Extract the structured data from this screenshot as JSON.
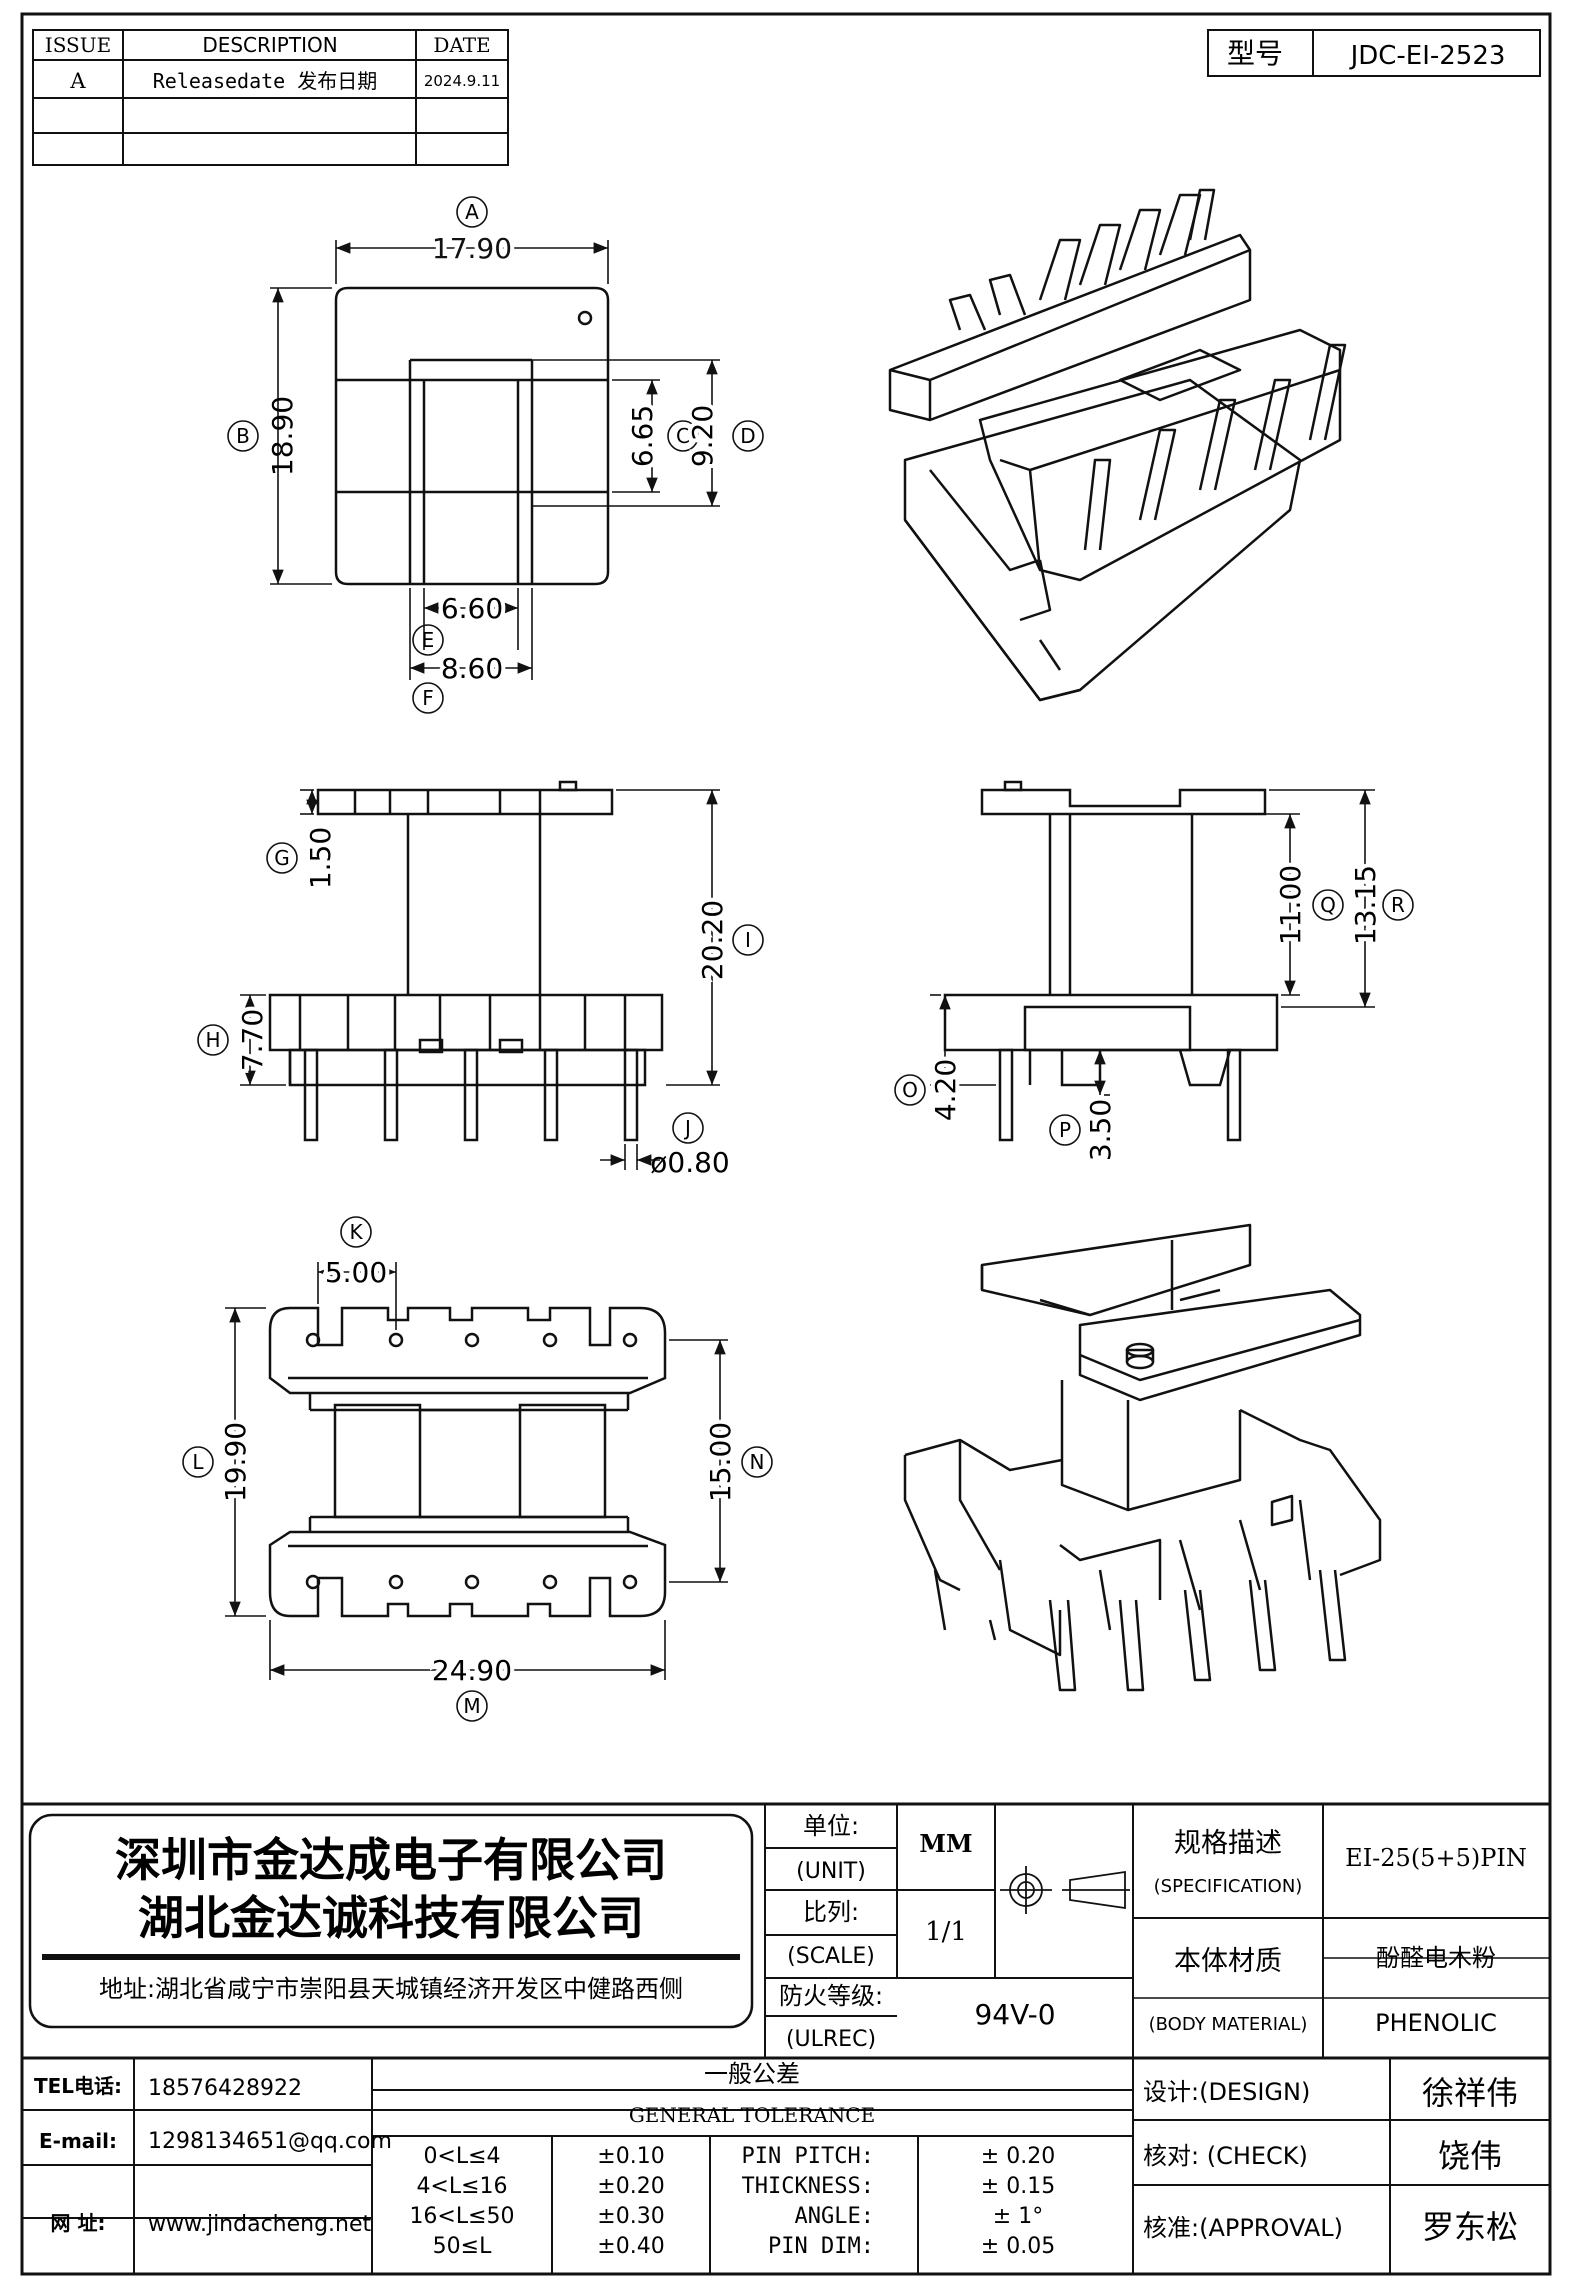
{
  "revision": {
    "headers": [
      "ISSUE",
      "DESCRIPTION",
      "DATE"
    ],
    "rows": [
      [
        "A",
        "Releasedate 发布日期",
        "2024.9.11"
      ],
      [
        "",
        "",
        ""
      ],
      [
        "",
        "",
        ""
      ]
    ]
  },
  "model": {
    "label": "型号",
    "value": "JDC-EI-2523"
  },
  "views": {
    "top": {
      "A": "A",
      "A_val": "17.90",
      "B": "B",
      "B_val": "18.90",
      "C": "C",
      "C_val": "6.65",
      "D": "D",
      "D_val": "9.20",
      "E": "E",
      "E_val": "6.60",
      "F": "F",
      "F_val": "8.60"
    },
    "front": {
      "G": "G",
      "G_val": "1.50",
      "H": "H",
      "H_val": "7.70",
      "I": "I",
      "I_val": "20.20",
      "J": "J",
      "J_val": "ø0.80"
    },
    "side": {
      "Q": "Q",
      "Q_val": "11.00",
      "R": "R",
      "R_val": "13.15",
      "O": "O",
      "O_val": "4.20",
      "P": "P",
      "P_val": "3.50"
    },
    "bottom": {
      "K": "K",
      "K_val": "5.00",
      "L": "L",
      "L_val": "19.90",
      "N": "N",
      "N_val": "15.00",
      "M": "M",
      "M_val": "24.90"
    }
  },
  "title_block": {
    "company1": "深圳市金达成电子有限公司",
    "company2": "湖北金达诚科技有限公司",
    "address": "地址:湖北省咸宁市崇阳县天城镇经济开发区中健路西侧",
    "unit_cn": "单位:",
    "unit_en": "(UNIT)",
    "unit_val": "MM",
    "scale_cn": "比列:",
    "scale_en": "(SCALE)",
    "scale_val": "1/1",
    "fire_cn": "防火等级:",
    "fire_en": "(ULREC)",
    "fire_val": "94V-0",
    "spec_cn": "规格描述",
    "spec_en": "(SPECIFICATION)",
    "spec_val": "EI-25(5+5)PIN",
    "mat_cn": "本体材质",
    "mat_en": "(BODY MATERIAL)",
    "mat_val_cn": "酚醛电木粉",
    "mat_val_en": "PHENOLIC",
    "tel_label": "TEL电话:",
    "tel": "18576428922",
    "email_label": "E-mail:",
    "email": "1298134651@qq.com",
    "web_label": "网  址:",
    "web": "www.jindacheng.net",
    "tol_cn": "一般公差",
    "tol_en": "GENERAL TOLERANCE",
    "tol_ranges": [
      "0<L≤4",
      "4<L≤16",
      "16<L≤50",
      "50≤L"
    ],
    "tol_values": [
      "±0.10",
      "±0.20",
      "±0.30",
      "±0.40"
    ],
    "pin_labels": [
      "PIN PITCH:",
      "THICKNESS:",
      "ANGLE:",
      "PIN DIM:"
    ],
    "pin_values": [
      "± 0.20",
      "± 0.15",
      "± 1°",
      "± 0.05"
    ],
    "design_label": "设计:(DESIGN)",
    "design_name": "徐祥伟",
    "check_label": "核对: (CHECK)",
    "check_name": "饶伟",
    "approval_label": "核准:(APPROVAL)",
    "approval_name": "罗东松"
  }
}
